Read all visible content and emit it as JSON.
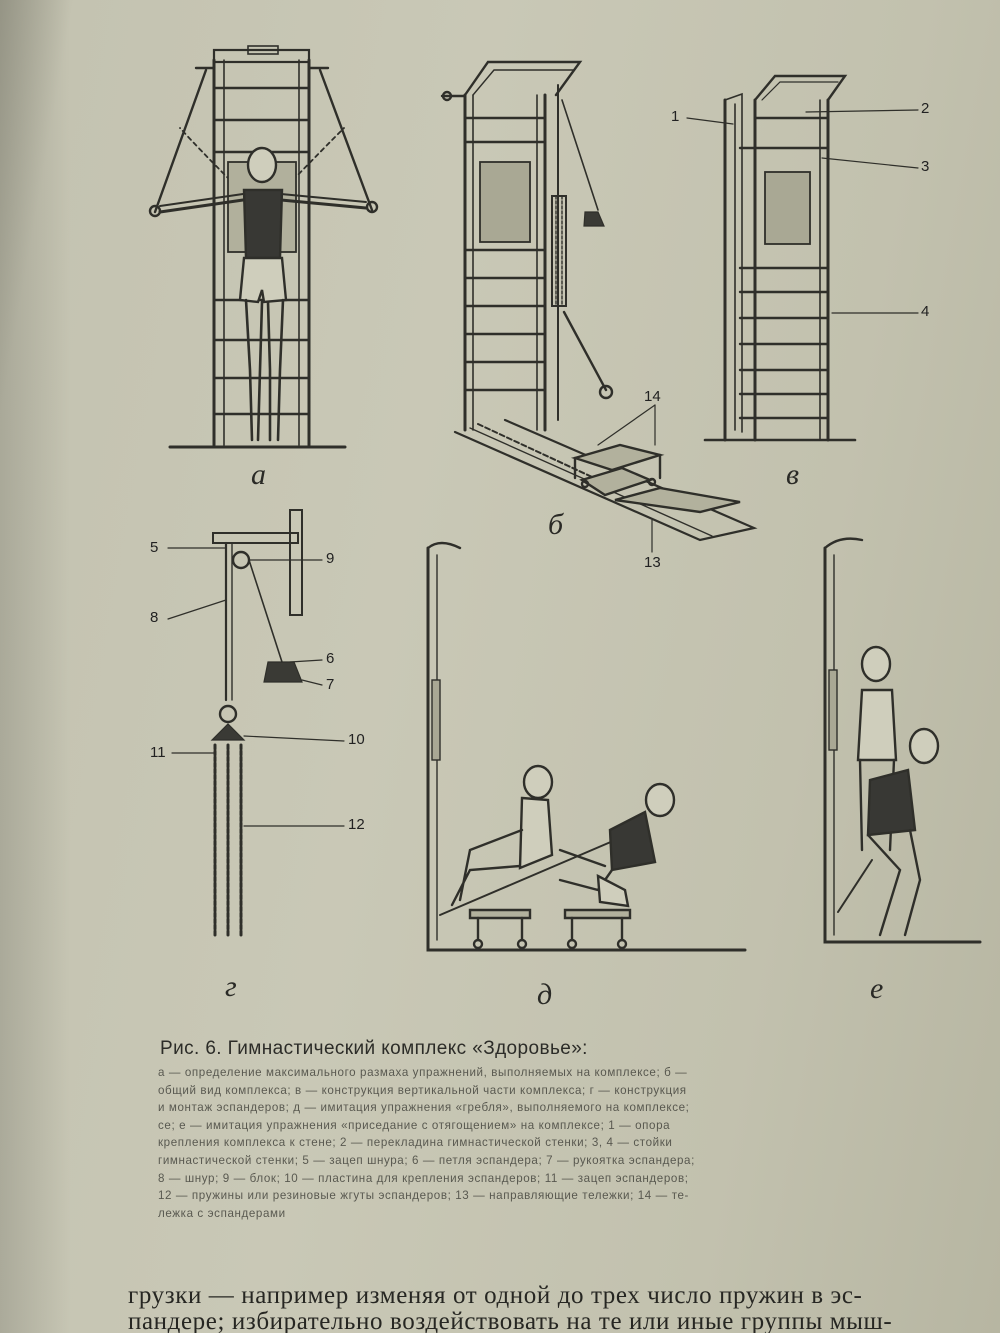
{
  "figure": {
    "panel_letters": {
      "a": "а",
      "b": "б",
      "v": "в",
      "g": "г",
      "d": "д",
      "e": "е"
    },
    "callouts": {
      "n1": "1",
      "n2": "2",
      "n3": "3",
      "n4": "4",
      "n5": "5",
      "n6": "6",
      "n7": "7",
      "n8": "8",
      "n9": "9",
      "n10": "10",
      "n11": "11",
      "n12": "12",
      "n13": "13",
      "n14": "14"
    }
  },
  "caption": {
    "title": "Рис. 6. Гимнастический комплекс «Здоровье»:",
    "lines": [
      "а — определение максимального размаха упражнений, выполняемых на комплексе; б —",
      "общий вид комплекса; в — конструкция вертикальной части комплекса; г — конструкция",
      "и монтаж эспандеров; д — имитация упражнения «гребля», выполняемого на комплексе;",
      "се; е — имитация упражнения «приседание с отягощением» на комплексе; 1 — опора",
      "крепления комплекса к стене; 2 — перекладина гимнастической стенки; 3, 4 — стойки",
      "гимнастической стенки; 5 — зацеп шнура; 6 — петля эспандера; 7 — рукоятка эспандера;",
      "8 — шнур; 9 — блок; 10 — пластина для крепления эспандеров; 11 — зацеп эспандеров;",
      "12 — пружины или резиновые жгуты эспандеров; 13 — направляющие тележки; 14 — те-",
      "лежка с эспандерами"
    ]
  },
  "body_text": {
    "lines": [
      "грузки — например изменяя от одной до трех число пружин в эс-",
      "пандере; избирательно воздействовать на те или иные группы мыш-"
    ]
  }
}
